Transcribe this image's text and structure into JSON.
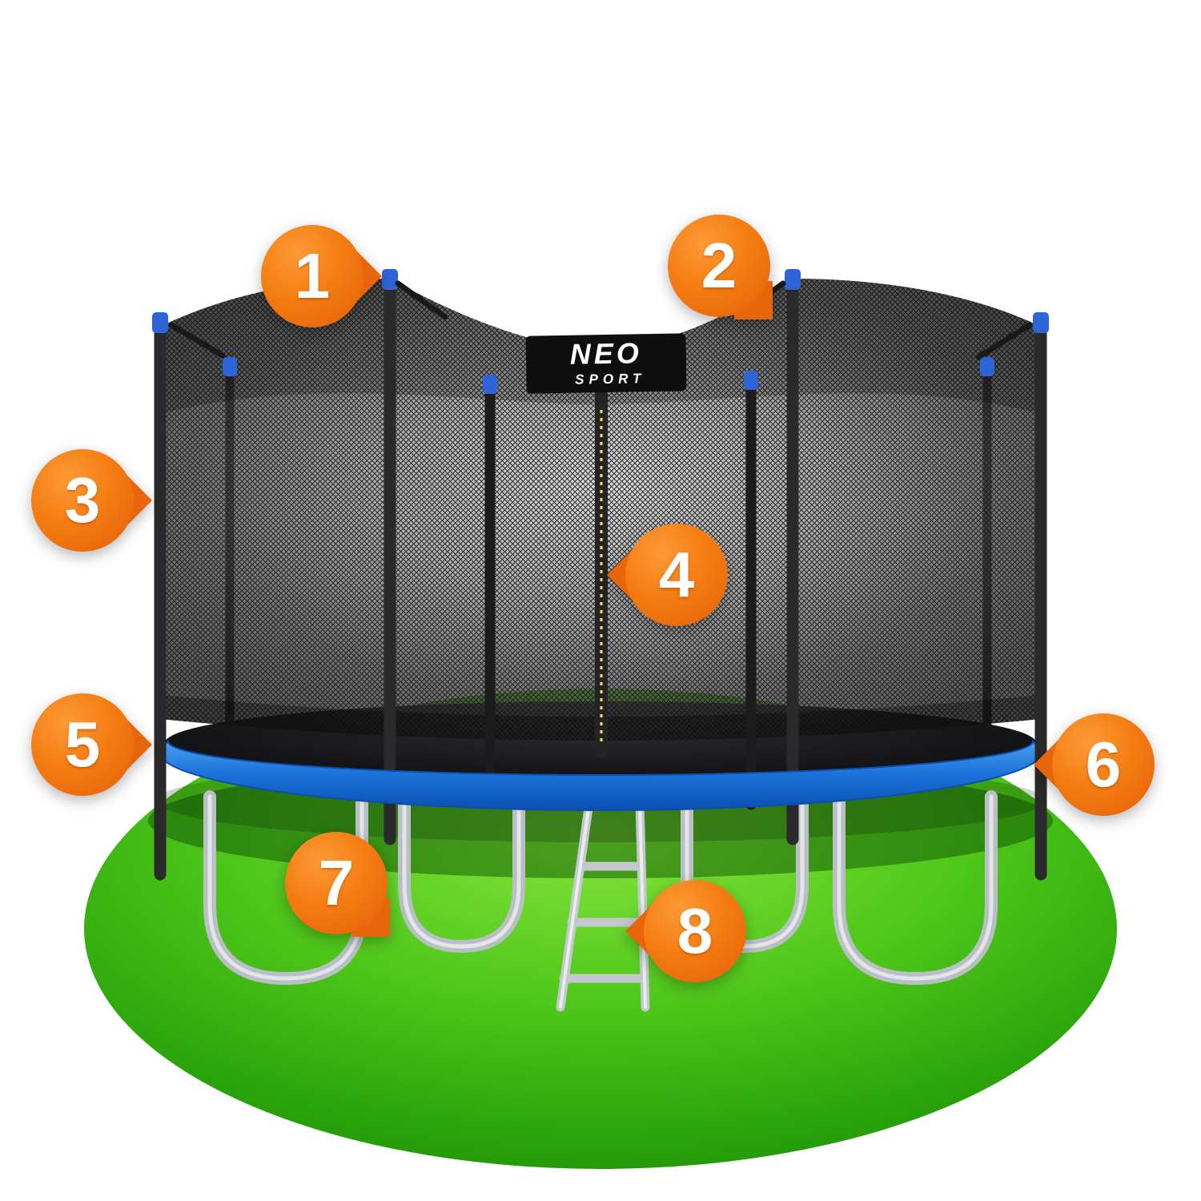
{
  "colors": {
    "marker_orange": "#ef6c0e",
    "marker_orange_light": "#fd9a35",
    "pad_blue_light": "#4aa0f2",
    "pad_blue_dark": "#0a4fb0",
    "grass_green_light": "#86e53a",
    "grass_green_dark": "#1d8d05",
    "net_dark": "#2b2b2b",
    "pole_black": "#2a2a2c",
    "pole_cap_blue": "#2f63d8",
    "leg_silver": "#b9bfc5",
    "zipper_yellow": "#ffe14d"
  },
  "logo": {
    "line1": "NEO",
    "line2": "SPORT"
  },
  "markers": [
    {
      "label": "1"
    },
    {
      "label": "2"
    },
    {
      "label": "3"
    },
    {
      "label": "4"
    },
    {
      "label": "5"
    },
    {
      "label": "6"
    },
    {
      "label": "7"
    },
    {
      "label": "8"
    }
  ]
}
